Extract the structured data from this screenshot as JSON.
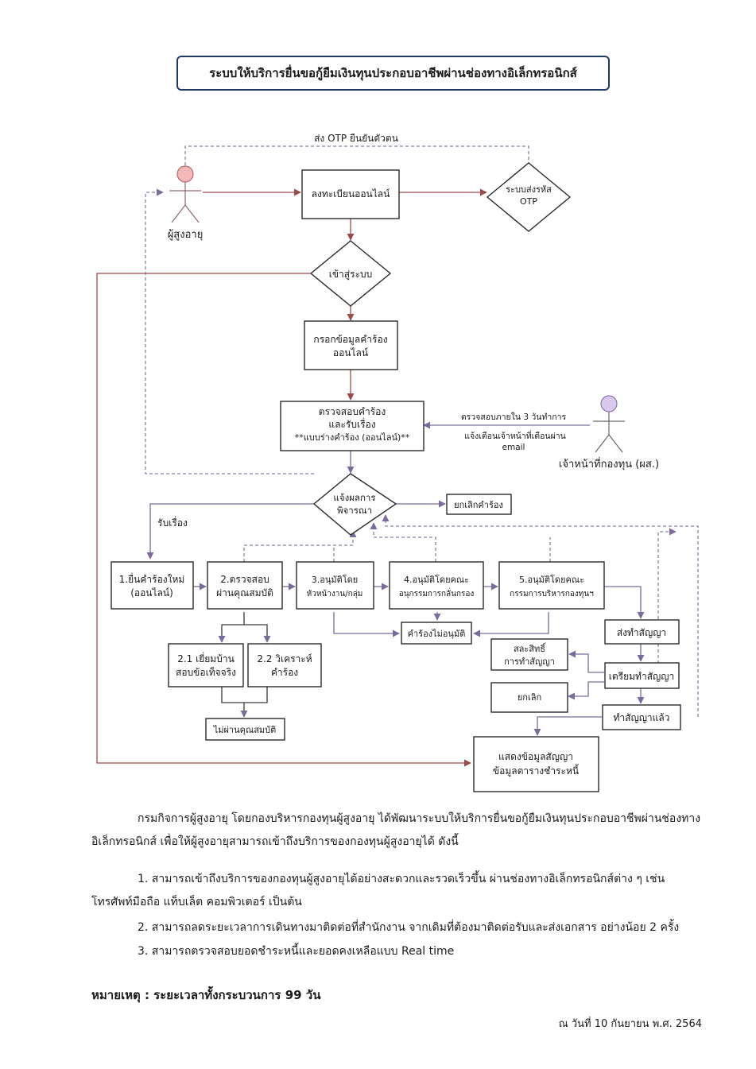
{
  "title": "ระบบให้บริการยื่นขอกู้ยืมเงินทุนประกอบอาชีพผ่านช่องทางอิเล็กทรอนิกส์",
  "diagram": {
    "actor_elder": "ผู้สูงอายุ",
    "actor_officer": "เจ้าหน้าที่กองทุน (ผส.)",
    "otp_label": "ส่ง OTP ยืนยันตัวตน",
    "register": "ลงทะเบียนออนไลน์",
    "otp_system_1": "ระบบส่งรหัส",
    "otp_system_2": "OTP",
    "login": "เข้าสู่ระบบ",
    "fill_1": "กรอกข้อมูลคำร้อง",
    "fill_2": "ออนไลน์",
    "check_1": "ตรวจสอบคำร้อง",
    "check_2": "และรับเรื่อง",
    "check_3": "**แบบร่างคำร้อง (ออนไลน์)**",
    "officer_note_1": "ตรวจสอบภายใน 3 วันทำการ",
    "officer_note_2": "แจ้งเตือนเจ้าหน้าที่เตือนผ่าน",
    "officer_note_3": "email",
    "result_1": "แจ้งผลการ",
    "result_2": "พิจารณา",
    "cancel_request": "ยกเลิกคำร้อง",
    "accept_label": "รับเรื่อง",
    "step1_1": "1.ยื่นคำร้องใหม่",
    "step1_2": "(ออนไลน์)",
    "step2_1": "2.ตรวจสอบ",
    "step2_2": "ผ่านคุณสมบัติ",
    "step3_1": "3.อนุมัติโดย",
    "step3_2": "หัวหน้างาน/กลุ่ม",
    "step4_1": "4.อนุมัติโดยคณะ",
    "step4_2": "อนุกรรมการกลั่นกรอง",
    "step5_1": "5.อนุมัติโดยคณะ",
    "step5_2": "กรรมการบริหารกองทุนฯ",
    "visit_1": "2.1 เยี่ยมบ้าน",
    "visit_2": "สอบข้อเท็จจริง",
    "analyze_1": "2.2 วิเคราะห์",
    "analyze_2": "คำร้อง",
    "not_qualified": "ไม่ผ่านคุณสมบัติ",
    "not_approved": "คำร้องไม่อนุมัติ",
    "send_contract": "ส่งทำสัญญา",
    "waive_1": "สละสิทธิ์",
    "waive_2": "การทำสัญญา",
    "prepare_contract": "เตรียมทำสัญญา",
    "cancel": "ยกเลิก",
    "contract_done": "ทำสัญญาแล้ว",
    "show_1": "แสดงข้อมูลสัญญา",
    "show_2": "ข้อมูลตารางชำระหนี้"
  },
  "body": {
    "intro": "กรมกิจการผู้สูงอายุ โดยกองบริหารกองทุนผู้สูงอายุ ได้พัฒนาระบบให้บริการยื่นขอกู้ยืมเงินทุนประกอบอาชีพผ่านช่องทางอิเล็กทรอนิกส์ เพื่อให้ผู้สูงอายุสามารถเข้าถึงบริการของกองทุนผู้สูงอายุได้ ดังนี้",
    "item1": "1. สามารถเข้าถึงบริการของกองทุนผู้สูงอายุได้อย่างสะดวกและรวดเร็วขึ้น ผ่านช่องทางอิเล็กทรอนิกส์ต่าง ๆ เช่น โทรศัพท์มือถือ แท็บเล็ต คอมพิวเตอร์ เป็นต้น",
    "item2": "2. สามารถลดระยะเวลาการเดินทางมาติดต่อที่สำนักงาน จากเดิมที่ต้องมาติดต่อรับและส่งเอกสาร อย่างน้อย 2 ครั้ง",
    "item3": "3. สามารถตรวจสอบยอดชำระหนี้และยอดคงเหลือแบบ Real time",
    "note": "หมายเหตุ : ระยะเวลาทั้งกระบวนการ 99 วัน",
    "date": "ณ วันที่ 10 กันยายน พ.ศ. 2564"
  },
  "colors": {
    "title_border": "#1f3b63",
    "flow_red": "#9b4a4a",
    "flow_purple": "#7b6a9c",
    "elder_head": "#f4b8b8",
    "officer_head": "#d9c9ee"
  }
}
